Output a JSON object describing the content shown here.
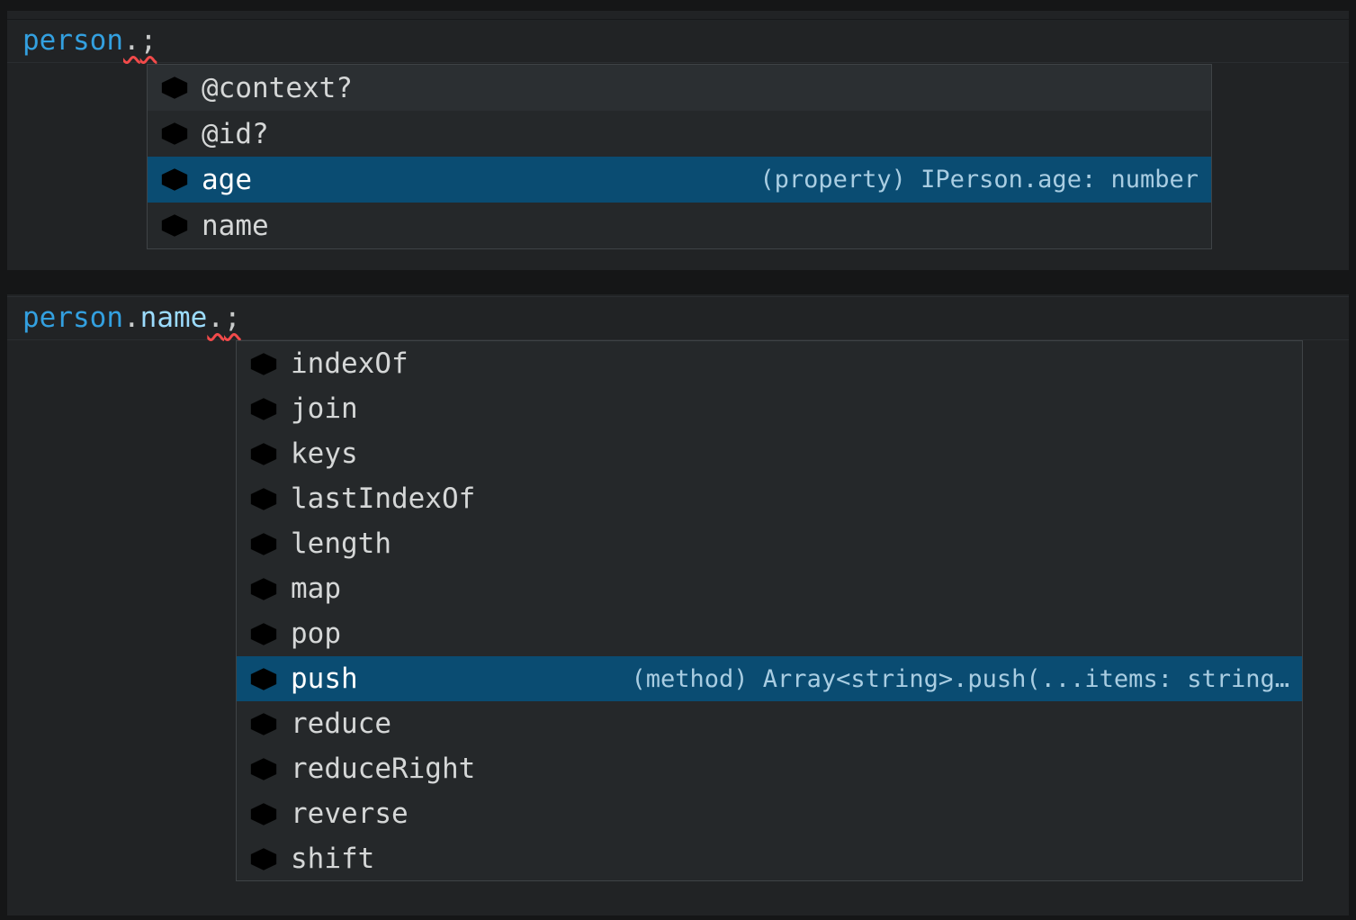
{
  "app": "code-editor-intellisense",
  "colors": {
    "selection_bg": "#0a4c72",
    "hover_bg": "#2b2f32",
    "editor_bg": "#212325",
    "widget_bg": "#25282a",
    "icon_blue": "#4fa9e0",
    "icon_purple": "#b47bd9",
    "squiggle_red": "#f24a4a",
    "variable_blue": "#33a0e0",
    "property_blue": "#9cdcfe"
  },
  "sections": [
    {
      "code_tokens": {
        "t1": "person",
        "t2": ".",
        "t3": ";"
      },
      "suggest": {
        "items": [
          {
            "label": "@context?",
            "kind": "field",
            "state": "hover"
          },
          {
            "label": "@id?",
            "kind": "field",
            "state": "normal"
          },
          {
            "label": "age",
            "kind": "field",
            "state": "selected",
            "detail": "(property) IPerson.age: number"
          },
          {
            "label": "name",
            "kind": "field",
            "state": "normal"
          }
        ]
      }
    },
    {
      "code_tokens": {
        "t1": "person",
        "t2": ".",
        "t3": "name",
        "t4": ".",
        "t5": ";"
      },
      "suggest": {
        "items": [
          {
            "label": "indexOf",
            "kind": "method",
            "state": "normal"
          },
          {
            "label": "join",
            "kind": "method",
            "state": "normal"
          },
          {
            "label": "keys",
            "kind": "method",
            "state": "normal"
          },
          {
            "label": "lastIndexOf",
            "kind": "method",
            "state": "normal"
          },
          {
            "label": "length",
            "kind": "field",
            "state": "normal"
          },
          {
            "label": "map",
            "kind": "method",
            "state": "normal"
          },
          {
            "label": "pop",
            "kind": "method",
            "state": "normal"
          },
          {
            "label": "push",
            "kind": "method",
            "state": "selected",
            "detail": "(method) Array<string>.push(...items: string…"
          },
          {
            "label": "reduce",
            "kind": "method",
            "state": "normal"
          },
          {
            "label": "reduceRight",
            "kind": "method",
            "state": "normal"
          },
          {
            "label": "reverse",
            "kind": "method",
            "state": "normal"
          },
          {
            "label": "shift",
            "kind": "method",
            "state": "normal"
          }
        ]
      }
    }
  ]
}
